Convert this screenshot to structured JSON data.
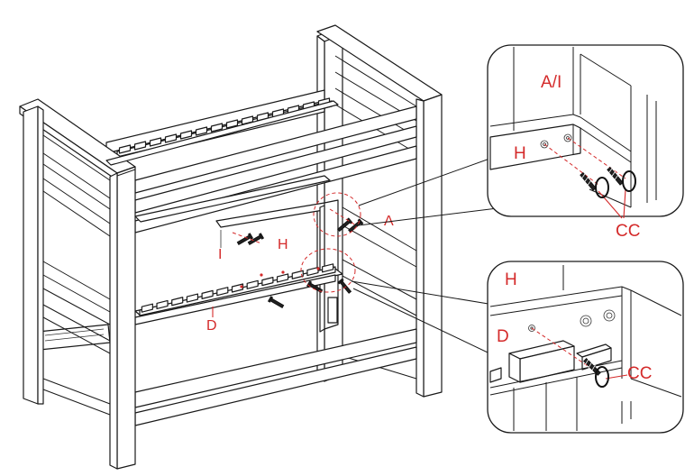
{
  "diagram": {
    "main_labels": {
      "I": "I",
      "H": "H",
      "A": "A",
      "D": "D"
    },
    "inset_top": {
      "title": "A/I",
      "h_label": "H",
      "cc_label": "CC"
    },
    "inset_bottom": {
      "title": "H",
      "d_label": "D",
      "cc_label": "CC"
    },
    "colors": {
      "line": "#1a1a1a",
      "annotation": "#d42a2a",
      "background": "#ffffff"
    }
  }
}
